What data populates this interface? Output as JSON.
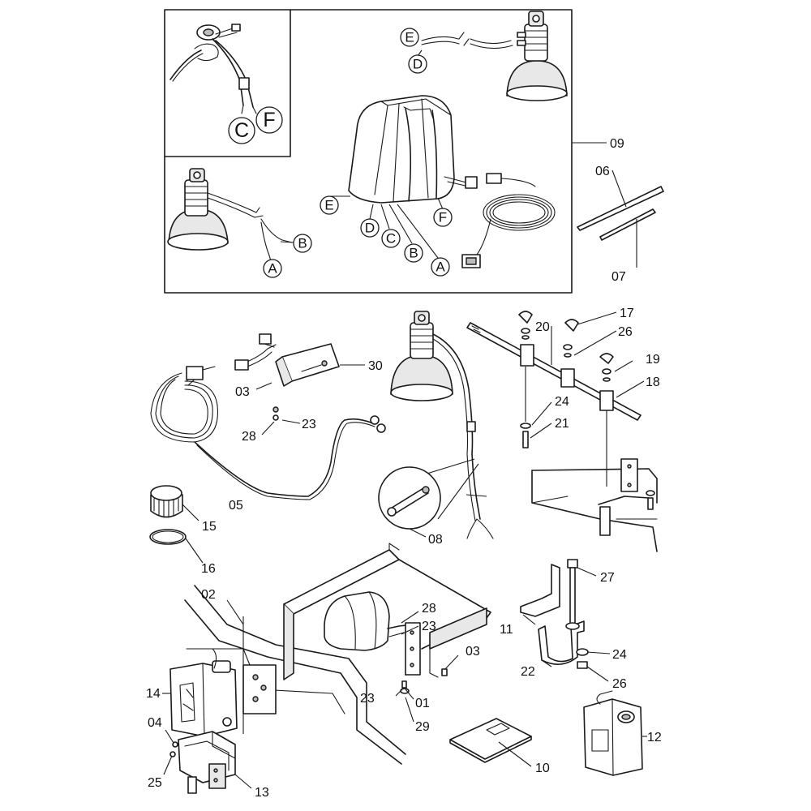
{
  "part_numbers": {
    "p01": "01",
    "p02": "02",
    "p03a": "03",
    "p03b": "03",
    "p04": "04",
    "p05": "05",
    "p06": "06",
    "p07": "07",
    "p08": "08",
    "p09": "09",
    "p10": "10",
    "p11": "11",
    "p12": "12",
    "p13": "13",
    "p14": "14",
    "p15": "15",
    "p16": "16",
    "p17": "17",
    "p18": "18",
    "p19": "19",
    "p20": "20",
    "p21": "21",
    "p22": "22",
    "p23a": "23",
    "p23b": "23",
    "p23c": "23",
    "p24a": "24",
    "p24b": "24",
    "p25": "25",
    "p26a": "26",
    "p26b": "26",
    "p27": "27",
    "p28a": "28",
    "p28b": "28",
    "p29": "29",
    "p30": "30"
  },
  "connector_letters": {
    "inset_c": "C",
    "inset_f": "F",
    "lamp_e": "E",
    "lamp_d": "D",
    "lamp_b": "B",
    "lamp_a": "A",
    "box_e": "E",
    "box_d": "D",
    "box_c": "C",
    "box_b": "B",
    "box_a": "A",
    "box_f": "F"
  }
}
